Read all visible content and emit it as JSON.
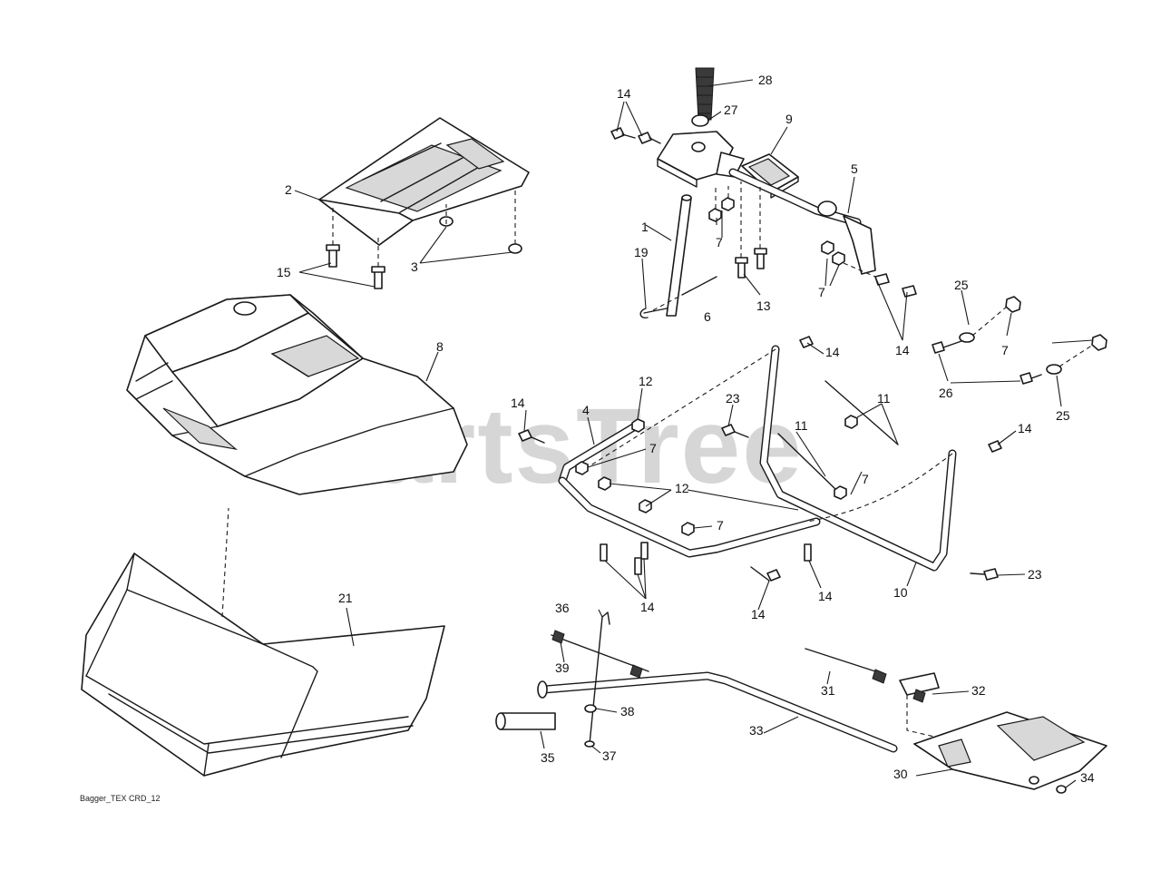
{
  "watermark": "PartsTree",
  "caption": "Bagger_TEX CRD_12",
  "callouts": [
    {
      "id": "c28",
      "text": "28"
    },
    {
      "id": "c27",
      "text": "27"
    },
    {
      "id": "c9",
      "text": "9"
    },
    {
      "id": "c5",
      "text": "5"
    },
    {
      "id": "c14a",
      "text": "14"
    },
    {
      "id": "c1",
      "text": "1"
    },
    {
      "id": "c19",
      "text": "19"
    },
    {
      "id": "c6",
      "text": "6"
    },
    {
      "id": "c7a",
      "text": "7"
    },
    {
      "id": "c13",
      "text": "13"
    },
    {
      "id": "c7b",
      "text": "7"
    },
    {
      "id": "c14b",
      "text": "14"
    },
    {
      "id": "c25a",
      "text": "25"
    },
    {
      "id": "c7c",
      "text": "7"
    },
    {
      "id": "c26",
      "text": "26"
    },
    {
      "id": "c25b",
      "text": "25"
    },
    {
      "id": "c2",
      "text": "2"
    },
    {
      "id": "c15",
      "text": "15"
    },
    {
      "id": "c3",
      "text": "3"
    },
    {
      "id": "c8",
      "text": "8"
    },
    {
      "id": "c14c",
      "text": "14"
    },
    {
      "id": "c12a",
      "text": "12"
    },
    {
      "id": "c4",
      "text": "4"
    },
    {
      "id": "c14d",
      "text": "14"
    },
    {
      "id": "c7d",
      "text": "7"
    },
    {
      "id": "c23a",
      "text": "23"
    },
    {
      "id": "c11a",
      "text": "11"
    },
    {
      "id": "c11b",
      "text": "11"
    },
    {
      "id": "c7e",
      "text": "7"
    },
    {
      "id": "c14e",
      "text": "14"
    },
    {
      "id": "c12b",
      "text": "12"
    },
    {
      "id": "c7f",
      "text": "7"
    },
    {
      "id": "c14f",
      "text": "14"
    },
    {
      "id": "c14g",
      "text": "14"
    },
    {
      "id": "c14h",
      "text": "14"
    },
    {
      "id": "c10",
      "text": "10"
    },
    {
      "id": "c23b",
      "text": "23"
    },
    {
      "id": "c21",
      "text": "21"
    },
    {
      "id": "c36",
      "text": "36"
    },
    {
      "id": "c39",
      "text": "39"
    },
    {
      "id": "c31",
      "text": "31"
    },
    {
      "id": "c32",
      "text": "32"
    },
    {
      "id": "c38",
      "text": "38"
    },
    {
      "id": "c33",
      "text": "33"
    },
    {
      "id": "c37",
      "text": "37"
    },
    {
      "id": "c35",
      "text": "35"
    },
    {
      "id": "c30",
      "text": "30"
    },
    {
      "id": "c34",
      "text": "34"
    }
  ]
}
